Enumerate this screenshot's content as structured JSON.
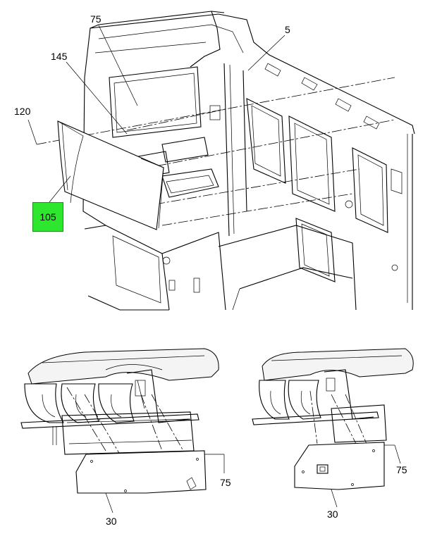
{
  "callouts": {
    "top": {
      "c75": "75",
      "c5": "5",
      "c145": "145",
      "c120": "120",
      "c105": "105"
    },
    "bottom_left": {
      "c75": "75",
      "c30": "30"
    },
    "bottom_right": {
      "c75": "75",
      "c30": "30"
    }
  },
  "colors": {
    "highlight": "#2ee62e",
    "line": "#000000",
    "background": "#ffffff"
  }
}
